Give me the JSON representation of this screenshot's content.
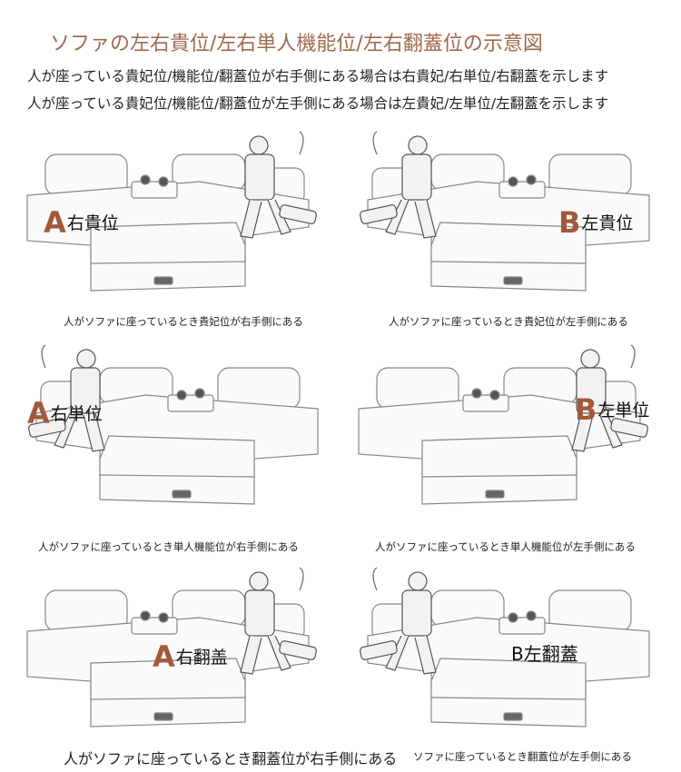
{
  "title": "ソファの左右貴位/左右単人機能位/左右翻蓋位の示意図",
  "subtitle_lines": [
    "人が座っている貴妃位/機能位/翻蓋位が右手側にある場合は右貴妃/右単位/右翻蓋を示します",
    "人が座っている貴妃位/機能位/翻蓋位が左手側にある場合は左貴妃/左単位/左翻蓋を示します"
  ],
  "accent_color": "#a05a3a",
  "panels": [
    {
      "letter": "A",
      "label": "右貴位",
      "caption": "人がソファに座っているとき貴妃位が右手側にある"
    },
    {
      "letter": "B",
      "label": "左貴位",
      "caption": "人がソファに座っているとき貴妃位が左手側にある"
    },
    {
      "letter": "A",
      "label": "右単位",
      "caption": "人がソファに座っているとき単人機能位が右手側にある"
    },
    {
      "letter": "B",
      "label": "左単位",
      "caption": "人がソファに座っているとき単人機能位が左手側にある"
    },
    {
      "letter": "A",
      "label": "右翻盖",
      "caption": "人がソファに座っているとき翻蓋位が右手側にある"
    },
    {
      "letter": "B",
      "label": "左翻蓋",
      "caption": "ソファに座っているとき翻蓋位が左手側にある"
    }
  ]
}
